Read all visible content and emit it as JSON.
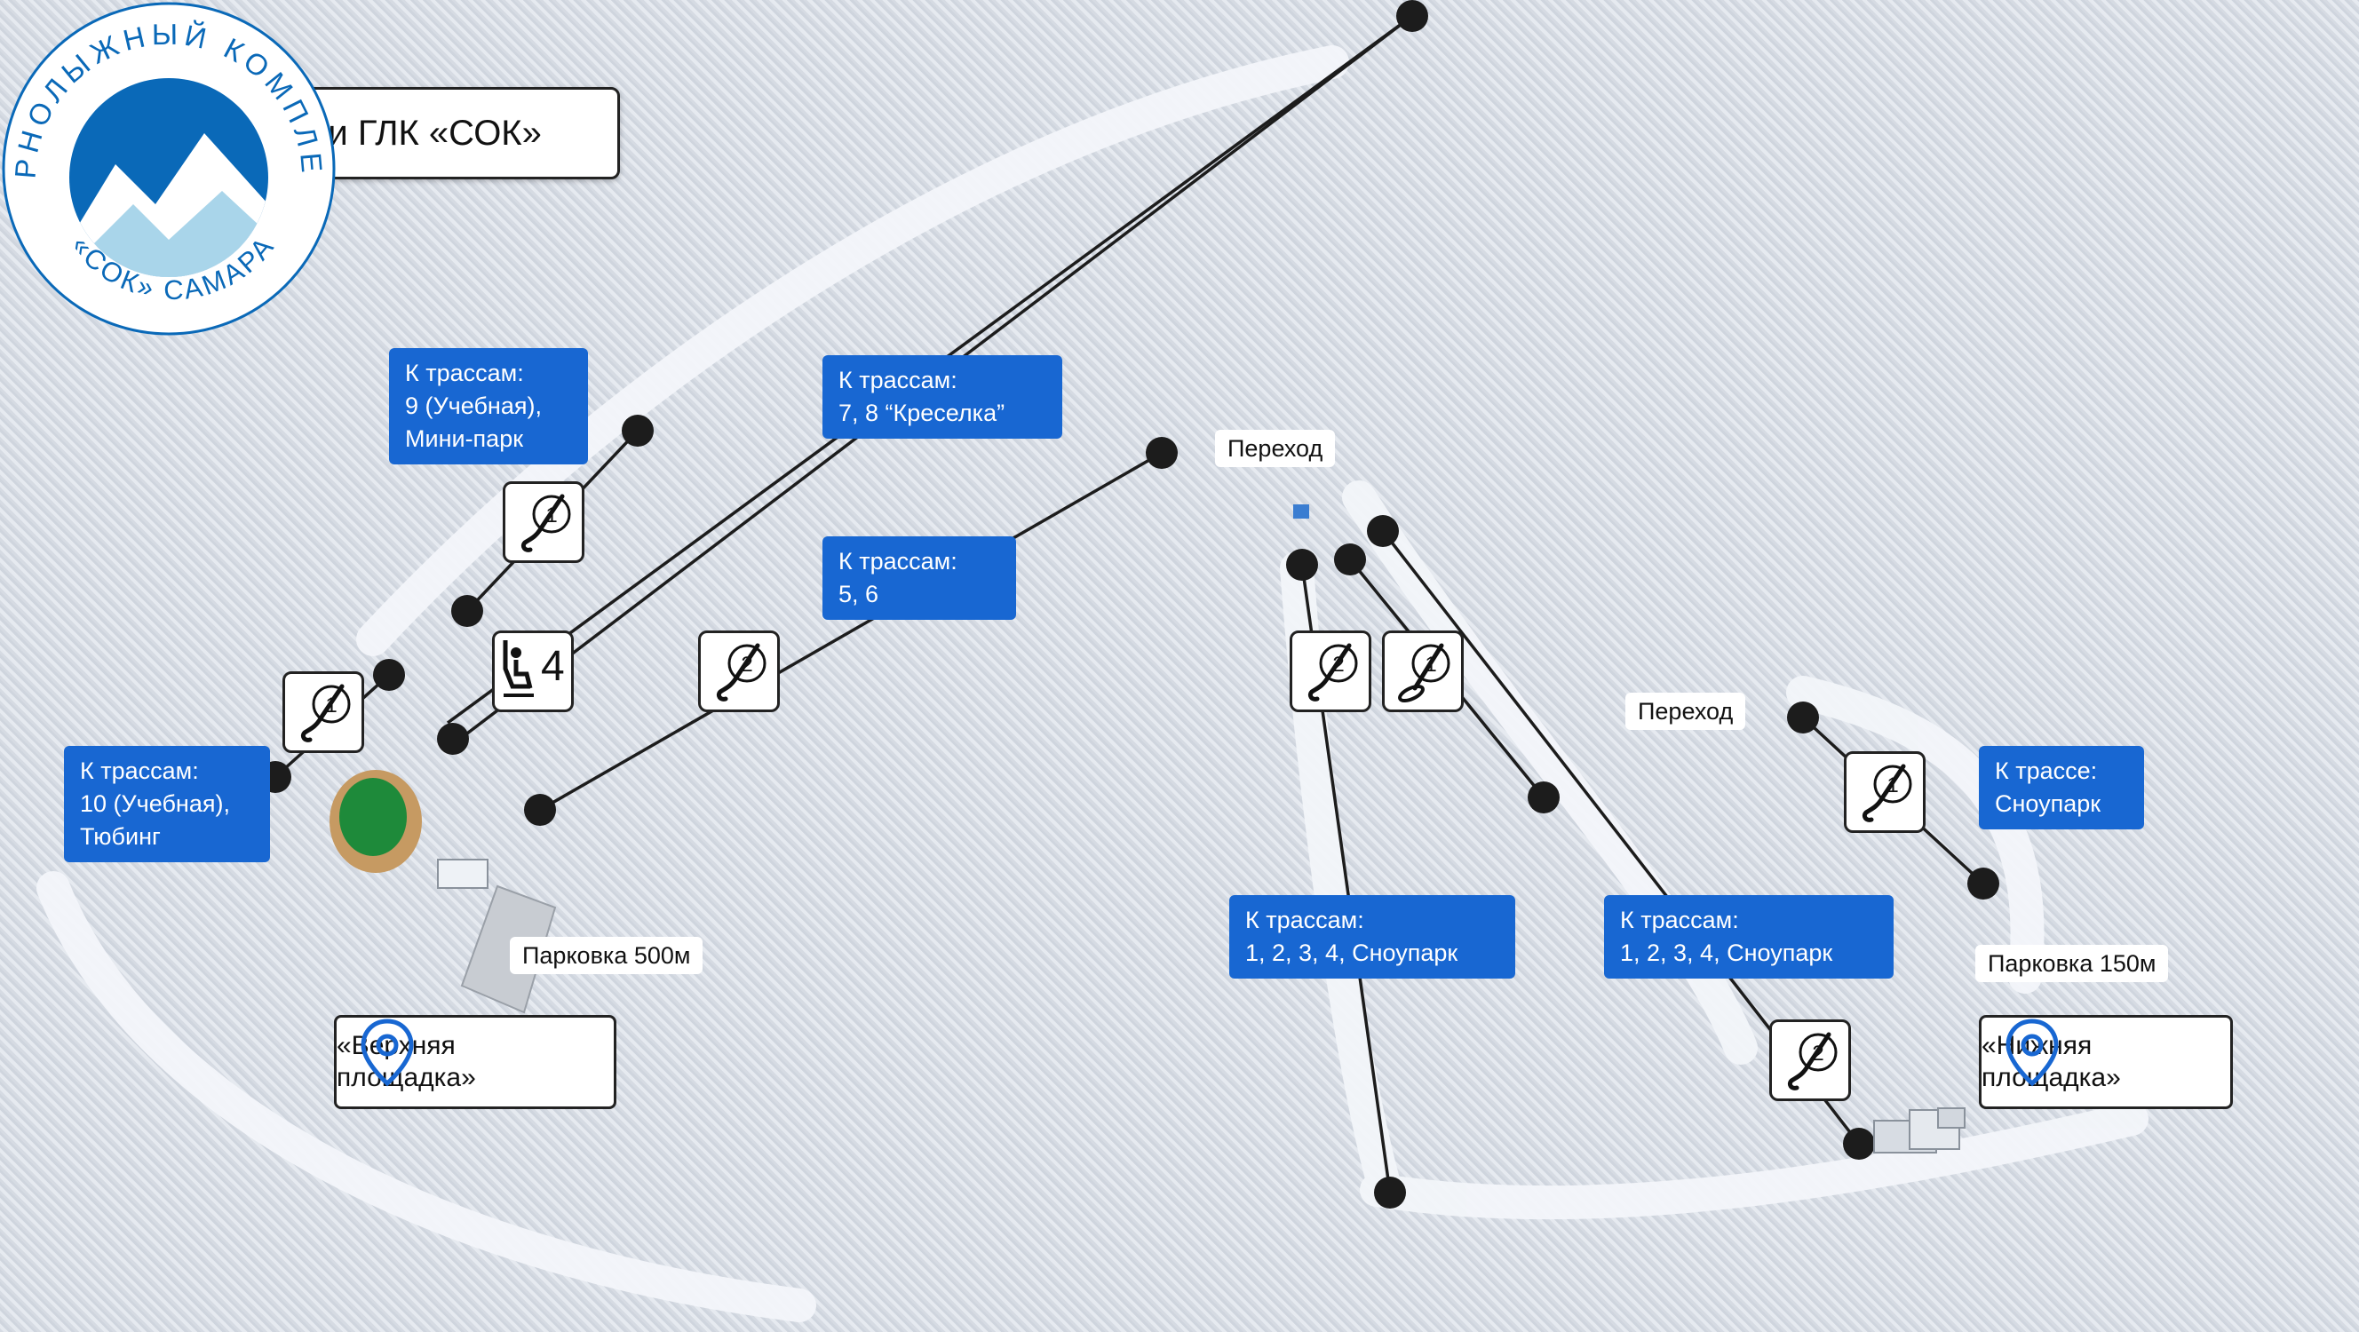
{
  "title": "Подъёмники ГЛК «СОК»",
  "logo": {
    "arc_top": "ГОРНОЛЫЖНЫЙ КОМПЛЕКС",
    "arc_bottom": "«СОК» САМАРА",
    "colors": {
      "dark": "#0a69b8",
      "light": "#a9d5ea"
    }
  },
  "destinations": [
    {
      "id": "d1",
      "text": "К трассам:\n9 (Учебная),\nМини-парк"
    },
    {
      "id": "d2",
      "text": "К трассам:\n7, 8 “Креселка”"
    },
    {
      "id": "d3",
      "text": "К трассам:\n5, 6"
    },
    {
      "id": "d4",
      "text": "К трассам:\n10 (Учебная),\nТюбинг"
    },
    {
      "id": "d5",
      "text": "К трассам:\n1, 2, 3, 4, Сноупарк"
    },
    {
      "id": "d6",
      "text": "К трассам:\n1, 2, 3, 4, Сноупарк"
    },
    {
      "id": "d7",
      "text": "К трассе:\nСноупарк"
    }
  ],
  "tags": [
    {
      "id": "t1",
      "text": "Переход"
    },
    {
      "id": "t2",
      "text": "Переход"
    },
    {
      "id": "t3",
      "text": "Парковка 500м"
    },
    {
      "id": "t4",
      "text": "Парковка 150м"
    }
  ],
  "areas": [
    {
      "id": "a1",
      "text": "«Верхняя\nплощадка»"
    },
    {
      "id": "a2",
      "text": "«Нижняя\nплощадка»"
    }
  ],
  "lift_icons": [
    {
      "id": "l1",
      "type": "drag-lift",
      "number": "1"
    },
    {
      "id": "l2",
      "type": "drag-lift",
      "number": "1"
    },
    {
      "id": "l3",
      "type": "drag-lift",
      "number": "2"
    },
    {
      "id": "l4",
      "type": "drag-lift",
      "number": "2"
    },
    {
      "id": "l5",
      "type": "platter-lift",
      "number": "1"
    },
    {
      "id": "l6",
      "type": "drag-lift",
      "number": "1"
    },
    {
      "id": "l7",
      "type": "drag-lift",
      "number": "2"
    },
    {
      "id": "l8",
      "type": "chairlift",
      "number": "4"
    }
  ],
  "colors": {
    "accent": "#1867d2",
    "station": "#1c1c1c",
    "line": "#1c1c1c",
    "roof_green": "#1e8a3a"
  }
}
